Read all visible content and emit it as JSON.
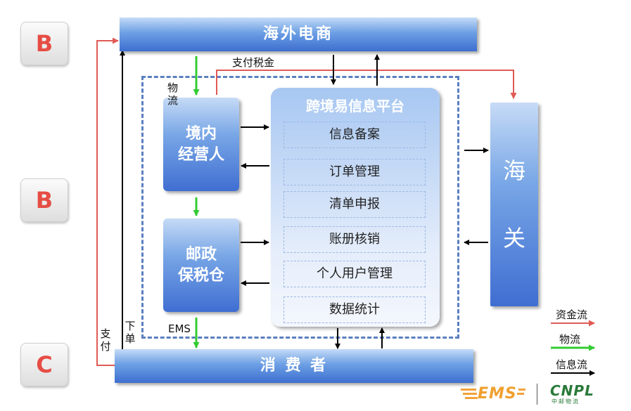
{
  "badges": [
    "B",
    "B",
    "C"
  ],
  "top_bar": "海外电商",
  "bottom_bar": "消 费 者",
  "domestic_operator": "境内\n经营人",
  "bonded_warehouse": "邮政\n保税仓",
  "platform": {
    "title": "跨境易信息平台",
    "items": [
      "信息备案",
      "订单管理",
      "清单申报",
      "账册核销",
      "个人用户管理",
      "数据统计"
    ]
  },
  "customs": "海\n\n\n关",
  "flow_labels": {
    "pay_tax": "支付税金",
    "logistics": "物\n流",
    "ems": "EMS",
    "pay": "支\n付",
    "order": "下\n单"
  },
  "legend": [
    {
      "label": "资金流",
      "color": "#e05a55"
    },
    {
      "label": "物流",
      "color": "#33cc33"
    },
    {
      "label": "信息流",
      "color": "#000000"
    }
  ],
  "logos": {
    "ems": "EMS",
    "cnpl": "CNPL",
    "cnpl_sub": "中邮物流"
  },
  "colors": {
    "fund": "#e05a55",
    "logistics": "#33cc33",
    "info": "#000000",
    "badge_text": "#e64d45"
  }
}
